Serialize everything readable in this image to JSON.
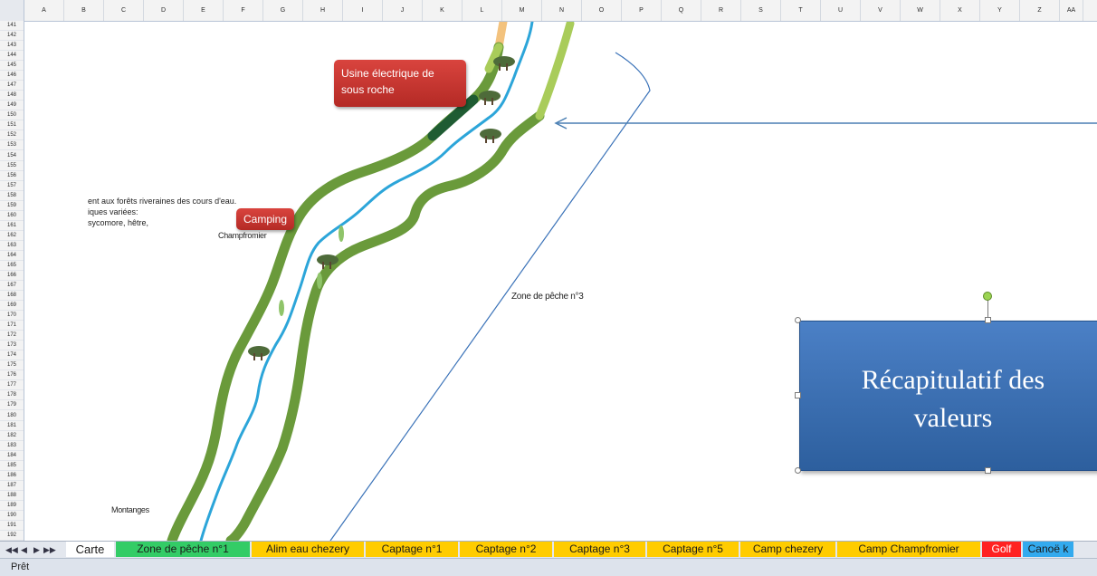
{
  "columns": [
    "A",
    "B",
    "C",
    "D",
    "E",
    "F",
    "G",
    "H",
    "I",
    "J",
    "K",
    "L",
    "M",
    "N",
    "O",
    "P",
    "Q",
    "R",
    "S",
    "T",
    "U",
    "V",
    "W",
    "X",
    "Y",
    "Z",
    "AA"
  ],
  "rows": [
    "141",
    "142",
    "143",
    "144",
    "145",
    "146",
    "147",
    "148",
    "149",
    "150",
    "151",
    "152",
    "153",
    "154",
    "155",
    "156",
    "157",
    "158",
    "159",
    "160",
    "161",
    "162",
    "163",
    "164",
    "165",
    "166",
    "167",
    "168",
    "169",
    "170",
    "171",
    "172",
    "173",
    "174",
    "175",
    "176",
    "177",
    "178",
    "179",
    "180",
    "181",
    "182",
    "183",
    "184",
    "185",
    "186",
    "187",
    "188",
    "189",
    "190",
    "191",
    "192"
  ],
  "map": {
    "usine_line1": "Usine électrique de",
    "usine_line2": "sous roche",
    "camping": "Camping",
    "champfromier": "Champfromier",
    "zone_label": "Zone de pêche n°3",
    "montanges": "Montanges",
    "note_lines": [
      "ent aux forêts riveraines des cours d'eau.",
      "iques variées:",
      "sycomore, hêtre,"
    ]
  },
  "shape": {
    "recap_line1": "Récapitulatif des",
    "recap_line2": "valeurs"
  },
  "tabs": [
    {
      "label": "Carte",
      "color": "#ffffff"
    },
    {
      "label": "Zone de pêche n°1",
      "color": "#33cc66"
    },
    {
      "label": "Alim eau chezery",
      "color": "#ffcc00"
    },
    {
      "label": "Captage n°1",
      "color": "#ffcc00"
    },
    {
      "label": "Captage n°2",
      "color": "#ffcc00"
    },
    {
      "label": "Captage n°3",
      "color": "#ffcc00"
    },
    {
      "label": "Captage n°5",
      "color": "#ffcc00"
    },
    {
      "label": "Camp chezery",
      "color": "#ffcc00"
    },
    {
      "label": "Camp Champfromier",
      "color": "#ffcc00"
    },
    {
      "label": "Golf",
      "color": "#ff2222"
    },
    {
      "label": "Canoë k",
      "color": "#33aaee"
    }
  ],
  "nav": {
    "first": "◀◀",
    "prev": "◀",
    "next": "▶",
    "last": "▶▶"
  },
  "status": {
    "text": "Prêt"
  }
}
